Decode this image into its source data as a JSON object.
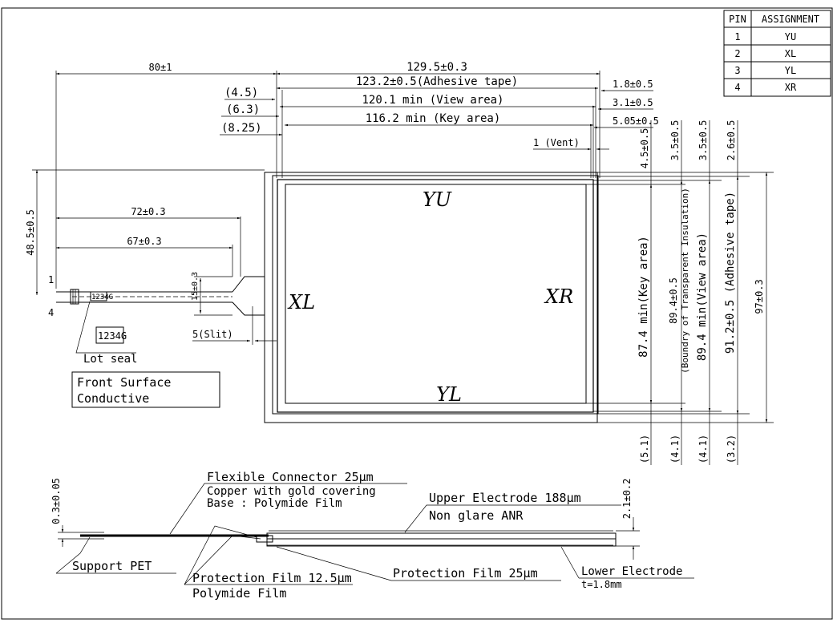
{
  "pin_table": {
    "headers": [
      "PIN",
      "ASSIGNMENT"
    ],
    "rows": [
      {
        "pin": "1",
        "assignment": "YU"
      },
      {
        "pin": "2",
        "assignment": "XL"
      },
      {
        "pin": "3",
        "assignment": "YL"
      },
      {
        "pin": "4",
        "assignment": "XR"
      }
    ]
  },
  "top_dimensions": {
    "tail_length": "80±1",
    "overall_width": "129.5±0.3",
    "adhesive_tape": "123.2±0.5(Adhesive tape)",
    "view_area": "120.1 min (View area)",
    "key_area": "116.2 min (Key area)",
    "left_offset_1": "(4.5)",
    "left_offset_2": "(6.3)",
    "left_offset_3": "(8.25)",
    "right_offset_1": "1.8±0.5",
    "right_offset_2": "3.1±0.5",
    "right_offset_3": "5.05±0.5",
    "vent": "1 (Vent)"
  },
  "tail_dimensions": {
    "height_485": "48.5±0.5",
    "len_72": "72±0.3",
    "len_67": "67±0.3",
    "width_15": "15±0.3",
    "slit": "5(Slit)",
    "pin1": "1",
    "pin4": "4",
    "lot_code": "1234G",
    "lot_seal": "Lot seal"
  },
  "electrodes": {
    "top": "YU",
    "left": "XL",
    "right": "XR",
    "bottom": "YL"
  },
  "front_note": {
    "line1": "Front Surface",
    "line2": "Conductive"
  },
  "right_dimensions": {
    "top_45": "4.5±0.5",
    "top_35a": "3.5±0.5",
    "top_35b": "3.5±0.5",
    "top_26": "2.6±0.5",
    "key_area": "87.4 min(Key area)",
    "insulation_value": "89.4±0.5",
    "insulation_label": "(Boundry of Transparent Insulation)",
    "view_area": "89.4 min(View area)",
    "adhesive": "91.2±0.5 (Adhesive tape)",
    "overall": "97±0.3",
    "bottom_51": "(5.1)",
    "bottom_41a": "(4.1)",
    "bottom_41b": "(4.1)",
    "bottom_32": "(3.2)"
  },
  "cross_section": {
    "flex_connector": "Flexible Connector 25μm",
    "copper": "Copper with gold covering",
    "base": "Base : Polymide Film",
    "upper_electrode": "Upper Electrode 188μm",
    "non_glare": "Non glare ANR",
    "thickness_03": "0.3±0.05",
    "thickness_21": "2.1±0.2",
    "support_pet": "Support PET",
    "protection_film_1": "Protection Film 12.5μm",
    "polymide_film": "Polymide Film",
    "protection_film_2": "Protection Film 25μm",
    "lower_electrode": "Lower Electrode",
    "lower_thickness": "t=1.8mm"
  }
}
